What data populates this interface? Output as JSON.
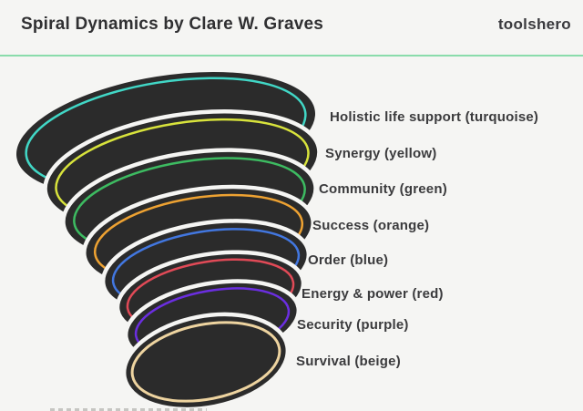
{
  "header": {
    "title": "Spiral Dynamics by Clare W. Graves",
    "brand": "toolshero"
  },
  "colors": {
    "background": "#f5f5f3",
    "divider_green": "#8adcab",
    "spiral_body": "#2b2b2b",
    "label_text": "#3b3b3d"
  },
  "spiral": {
    "levels": [
      {
        "label": "Holistic life support (turquoise)",
        "color_name": "turquoise",
        "color": "#41d7c6"
      },
      {
        "label": "Synergy (yellow)",
        "color_name": "yellow",
        "color": "#d8e33c"
      },
      {
        "label": "Community (green)",
        "color_name": "green",
        "color": "#3dbb61"
      },
      {
        "label": "Success (orange)",
        "color_name": "orange",
        "color": "#eea232"
      },
      {
        "label": "Order (blue)",
        "color_name": "blue",
        "color": "#4277e0"
      },
      {
        "label": "Energy & power (red)",
        "color_name": "red",
        "color": "#e14a57"
      },
      {
        "label": "Security (purple)",
        "color_name": "purple",
        "color": "#6b2ee0"
      },
      {
        "label": "Survival (beige)",
        "color_name": "beige",
        "color": "#eed4a0"
      }
    ]
  }
}
